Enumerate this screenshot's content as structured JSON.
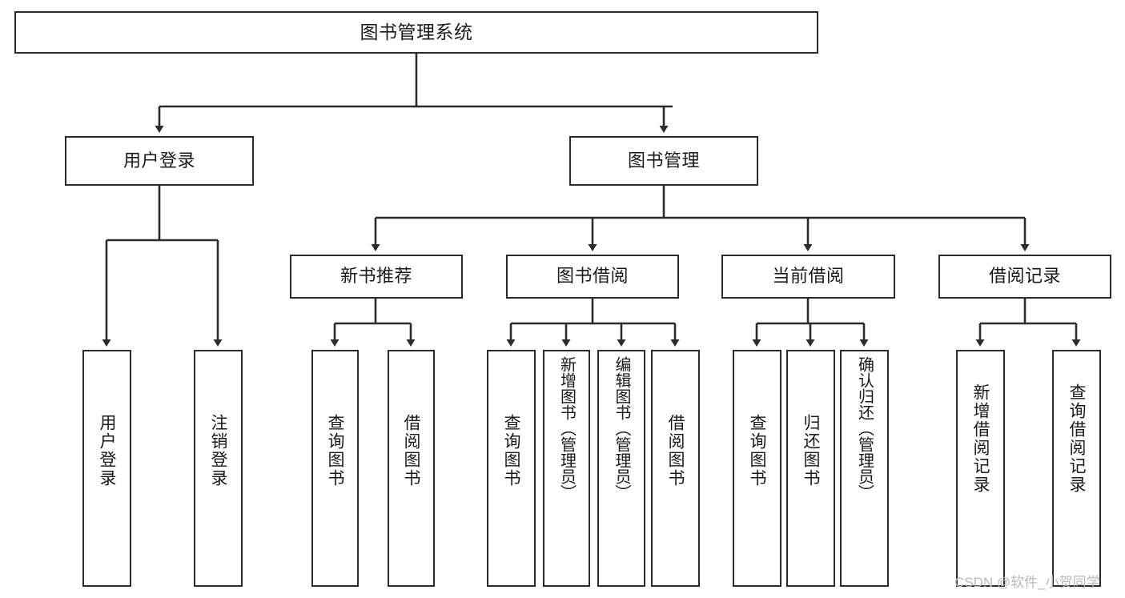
{
  "diagram": {
    "type": "tree-hierarchy",
    "title": "图书管理系统",
    "colors": {
      "box_border": "#2b2b2b",
      "box_fill": "#ffffff",
      "edge": "#2b2b2b",
      "text": "#1a1a1a",
      "watermark": "#b9b9b9",
      "background": "#ffffff"
    },
    "root": {
      "id": "root",
      "label": "图书管理系统"
    },
    "level2": [
      {
        "id": "user-login",
        "label": "用户登录"
      },
      {
        "id": "book-manage",
        "label": "图书管理"
      }
    ],
    "level3": [
      {
        "id": "new-book-rec",
        "label": "新书推荐",
        "parent": "book-manage"
      },
      {
        "id": "book-borrow",
        "label": "图书借阅",
        "parent": "book-manage"
      },
      {
        "id": "current-borrow",
        "label": "当前借阅",
        "parent": "book-manage"
      },
      {
        "id": "borrow-record",
        "label": "借阅记录",
        "parent": "book-manage"
      }
    ],
    "leaves": {
      "user_login": [
        {
          "id": "leaf-user-login",
          "label": "用户登录"
        },
        {
          "id": "leaf-logout",
          "label": "注销登录"
        }
      ],
      "new_book_rec": [
        {
          "id": "leaf-query-book-1",
          "label": "查询图书"
        },
        {
          "id": "leaf-borrow-book-1",
          "label": "借阅图书"
        }
      ],
      "book_borrow": [
        {
          "id": "leaf-query-book-2",
          "label": "查询图书"
        },
        {
          "id": "leaf-add-book",
          "label": "新增图书（管理员）"
        },
        {
          "id": "leaf-edit-book",
          "label": "编辑图书（管理员）"
        },
        {
          "id": "leaf-borrow-book-2",
          "label": "借阅图书"
        }
      ],
      "current_borrow": [
        {
          "id": "leaf-query-book-3",
          "label": "查询图书"
        },
        {
          "id": "leaf-return-book",
          "label": "归还图书"
        },
        {
          "id": "leaf-confirm-return",
          "label": "确认归还（管理员）"
        }
      ],
      "borrow_record": [
        {
          "id": "leaf-add-record",
          "label": "新增借阅记录"
        },
        {
          "id": "leaf-query-record",
          "label": "查询借阅记录"
        }
      ]
    }
  },
  "watermark": {
    "text": "CSDN @软件_小贺同学"
  }
}
